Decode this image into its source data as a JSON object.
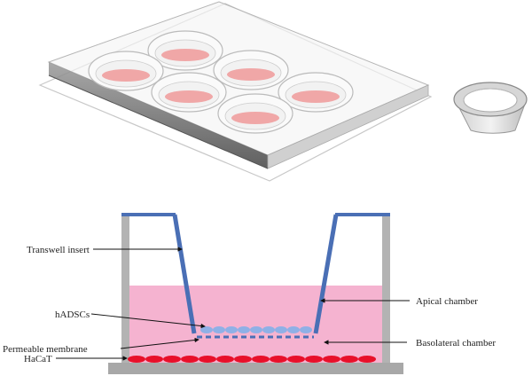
{
  "labels": {
    "transwell_insert": "Transwell insert",
    "hadscs": "hADSCs",
    "permeable_membrane": "Permeable membrane",
    "hacat": "HaCaT",
    "apical_chamber": "Apical chamber",
    "basolateral_chamber": "Basolateral chamber"
  },
  "colors": {
    "insert_blue": "#4a6fb5",
    "medium_pink": "#f5b3d0",
    "hacat_red": "#e8102a",
    "hadsc_blue": "#8fb0e6",
    "well_gray": "#b3b3b3",
    "medium_well_pink": "#f09a9a"
  },
  "icons": {
    "plate": "six-well-plate-icon",
    "insert": "transwell-insert-icon"
  }
}
